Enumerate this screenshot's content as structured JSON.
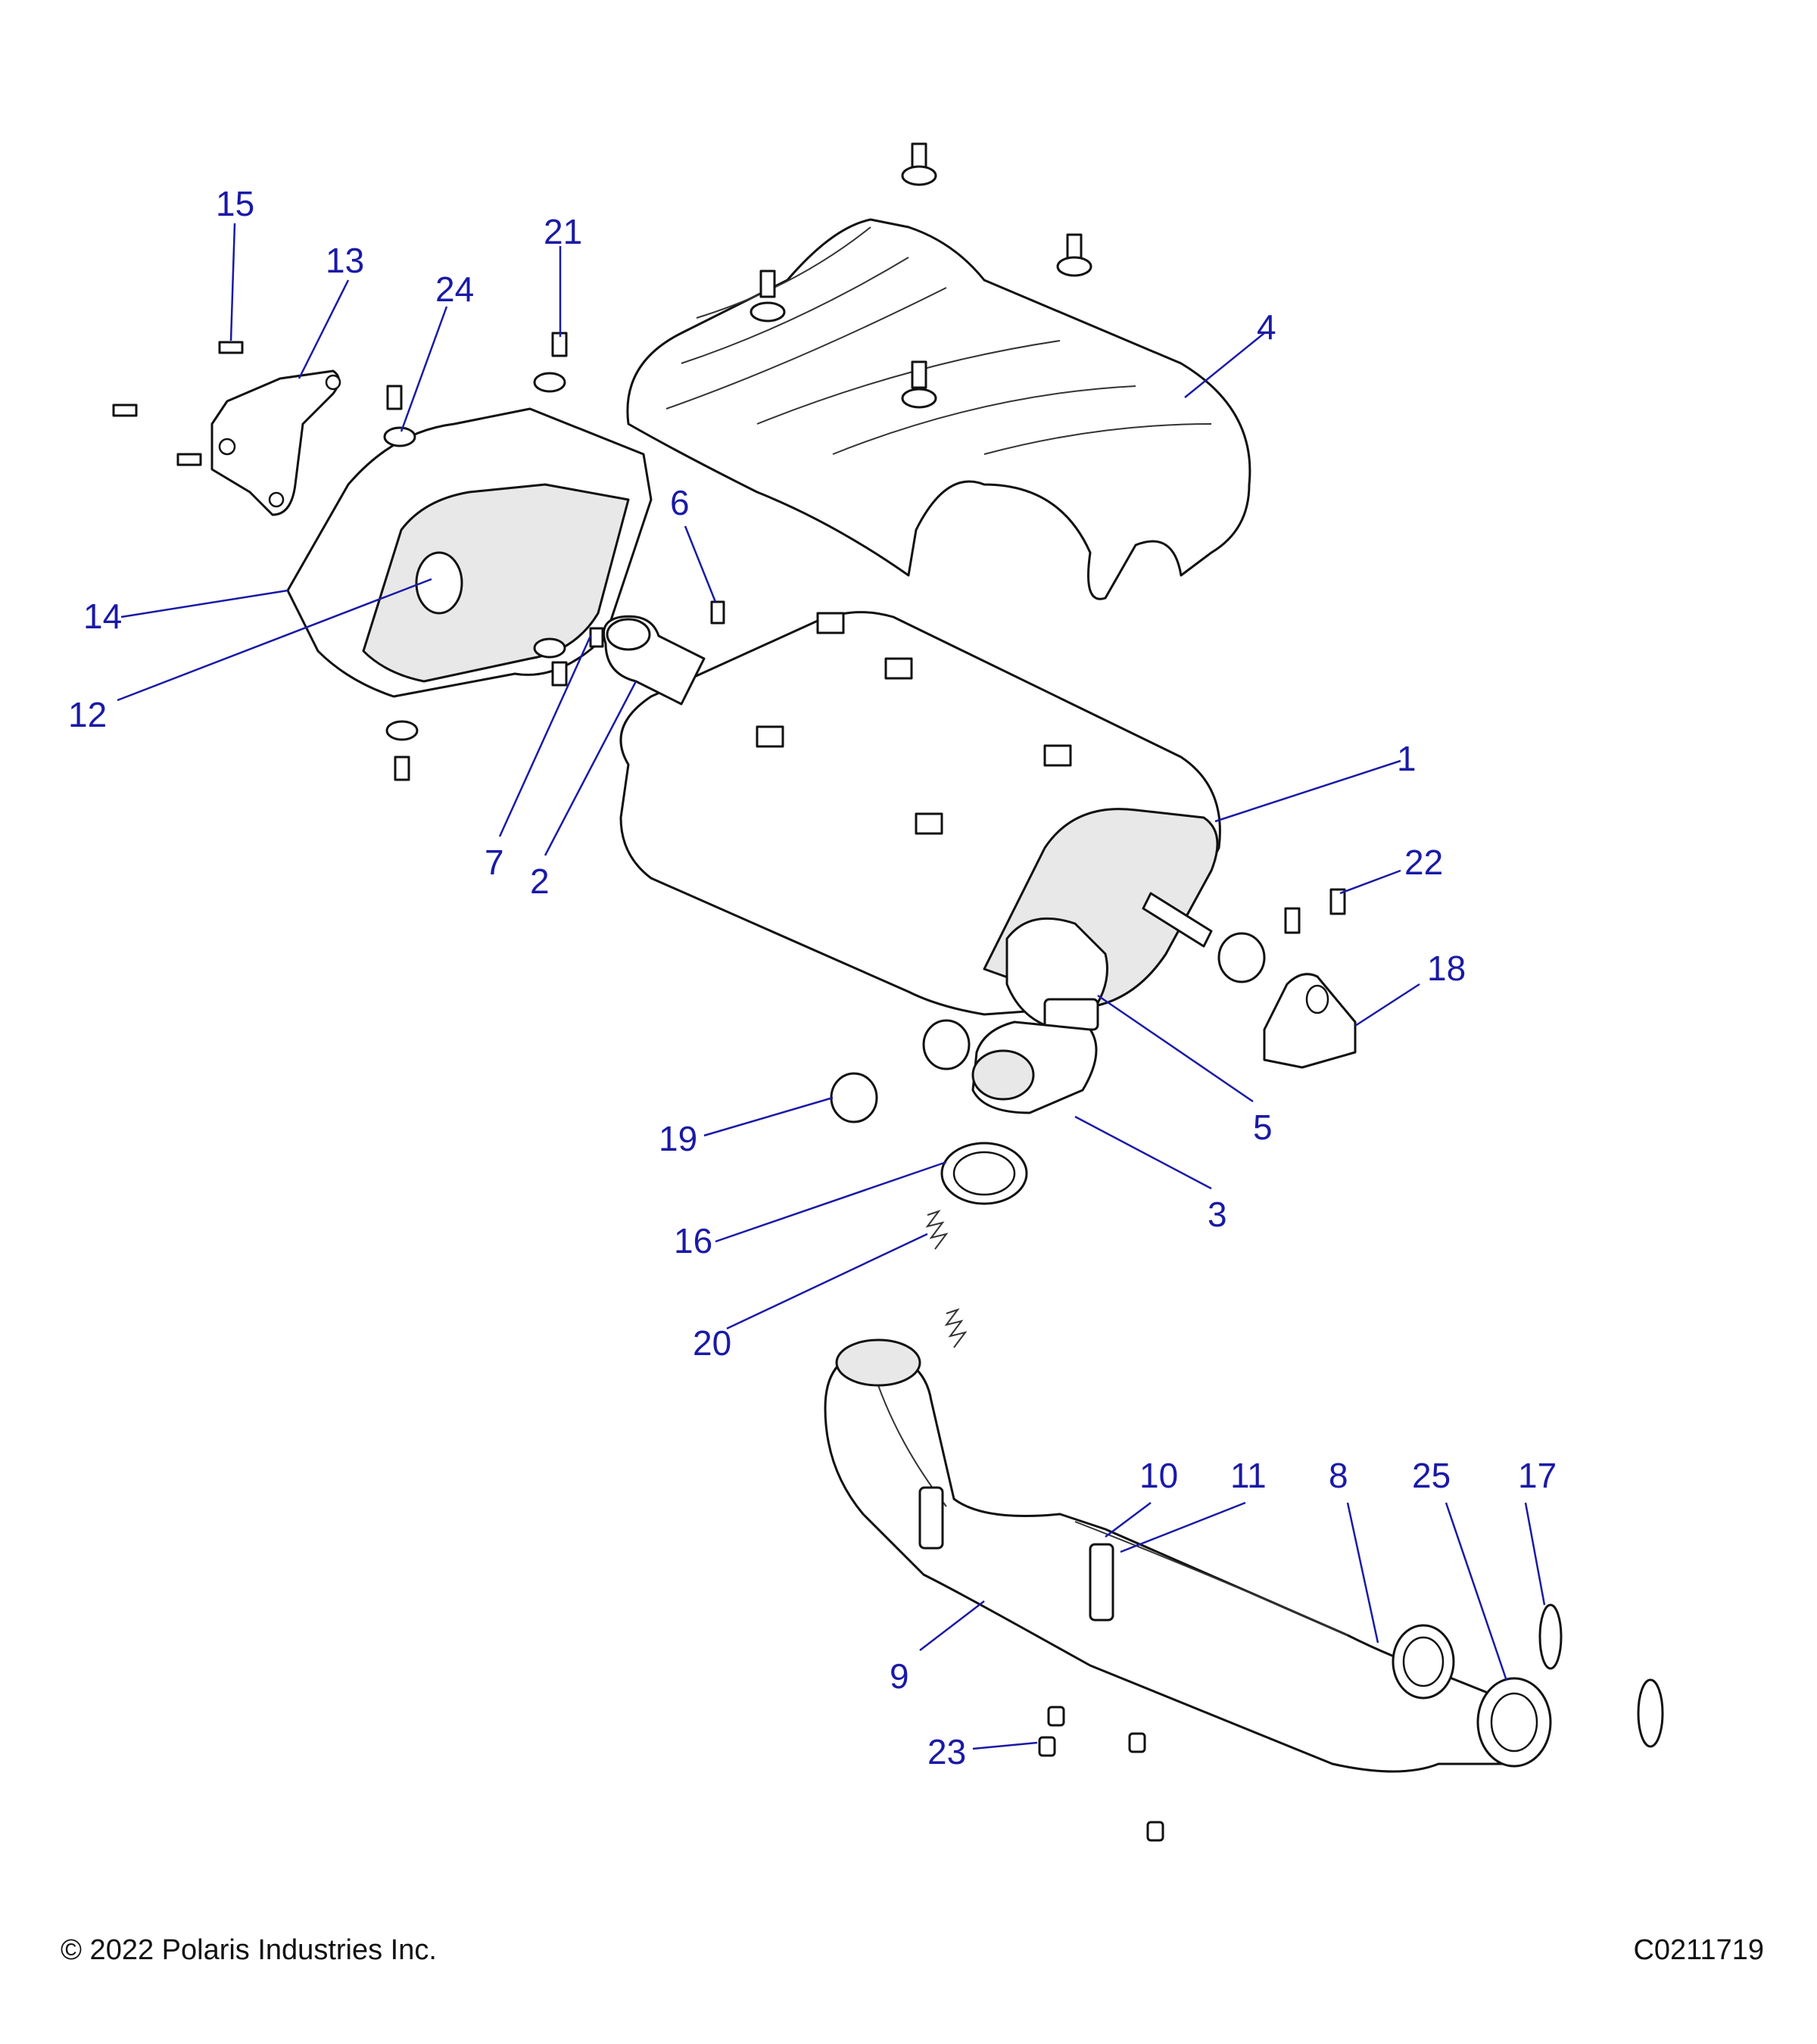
{
  "copyright": "© 2022 Polaris Industries Inc.",
  "drawing_id": "C0211719",
  "callouts": {
    "c1": "1",
    "c2": "2",
    "c3": "3",
    "c4": "4",
    "c5": "5",
    "c6": "6",
    "c7": "7",
    "c8": "8",
    "c9": "9",
    "c10": "10",
    "c11": "11",
    "c12": "12",
    "c13": "13",
    "c14": "14",
    "c15": "15",
    "c16": "16",
    "c17": "17",
    "c18": "18",
    "c19": "19",
    "c20": "20",
    "c21": "21",
    "c22": "22",
    "c23": "23",
    "c24": "24",
    "c25": "25"
  },
  "colors": {
    "callout": "#1a1aa6",
    "outline": "#111111"
  }
}
